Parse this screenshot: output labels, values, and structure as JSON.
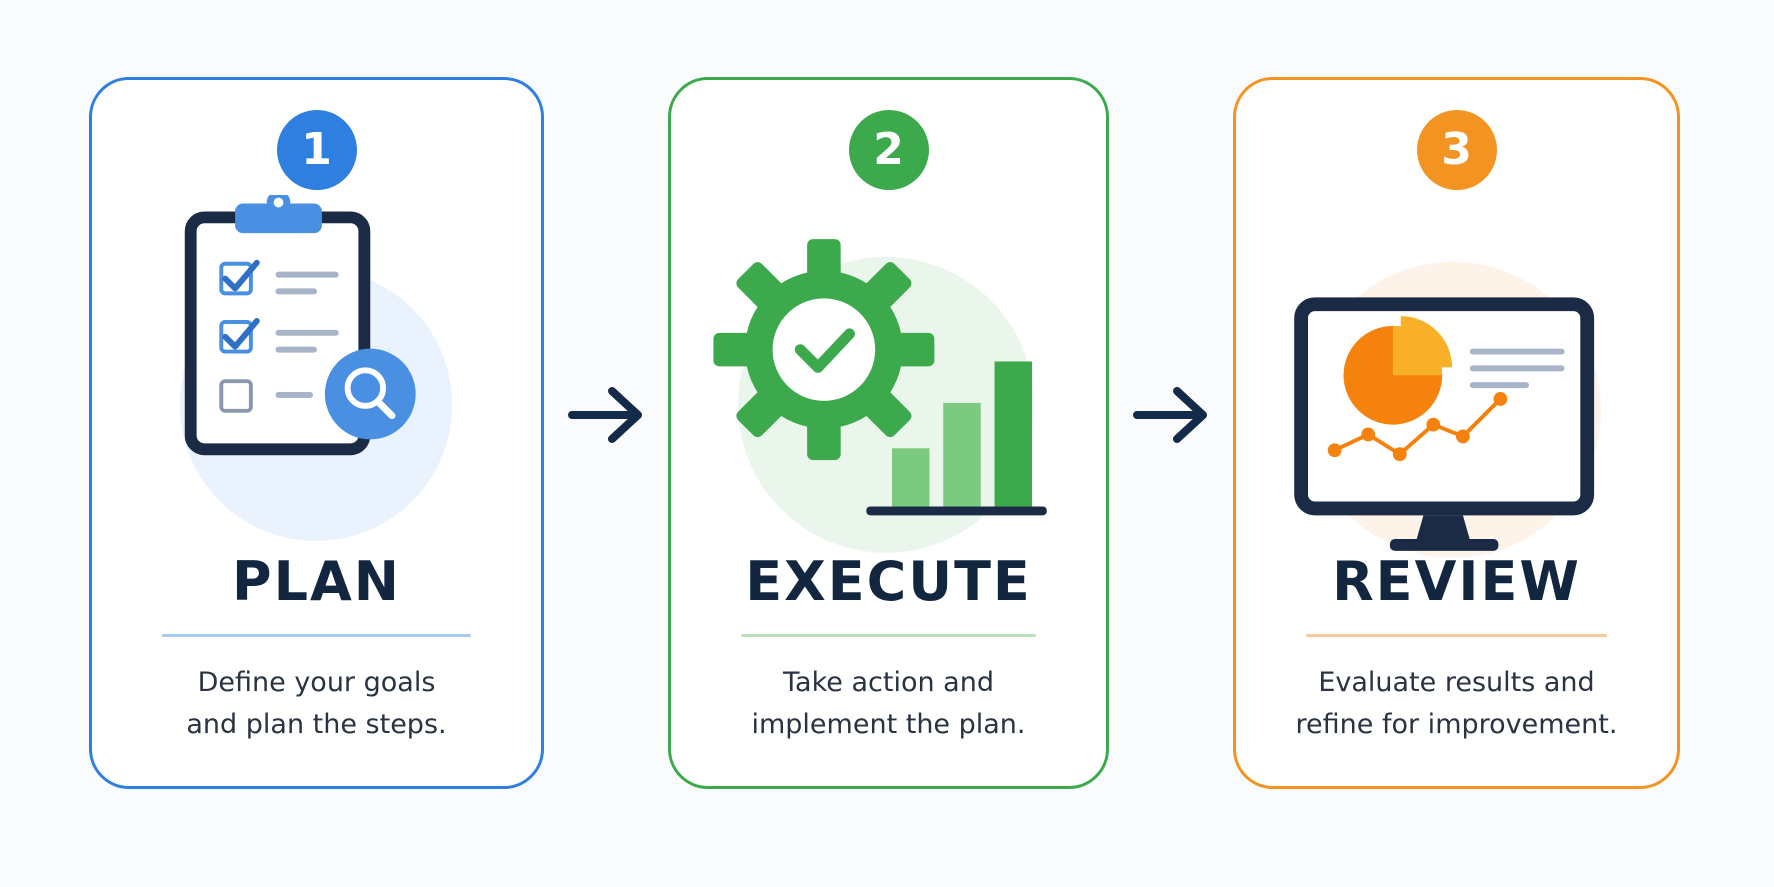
{
  "colors": {
    "plan": "#2f7fe0",
    "execute": "#3caa4c",
    "review": "#f39322",
    "text_dark": "#122640",
    "arrow": "#142a4a"
  },
  "steps": [
    {
      "number": "1",
      "title": "PLAN",
      "description": [
        "Define your goals",
        "and plan the steps."
      ],
      "icon": "clipboard-checklist-magnifier-icon"
    },
    {
      "number": "2",
      "title": "EXECUTE",
      "description": [
        "Take action and",
        "implement the plan."
      ],
      "icon": "gear-check-bar-chart-icon"
    },
    {
      "number": "3",
      "title": "REVIEW",
      "description": [
        "Evaluate results and",
        "refine for improvement."
      ],
      "icon": "monitor-analytics-icon"
    }
  ],
  "connectors": [
    "right-arrow-icon",
    "right-arrow-icon"
  ]
}
